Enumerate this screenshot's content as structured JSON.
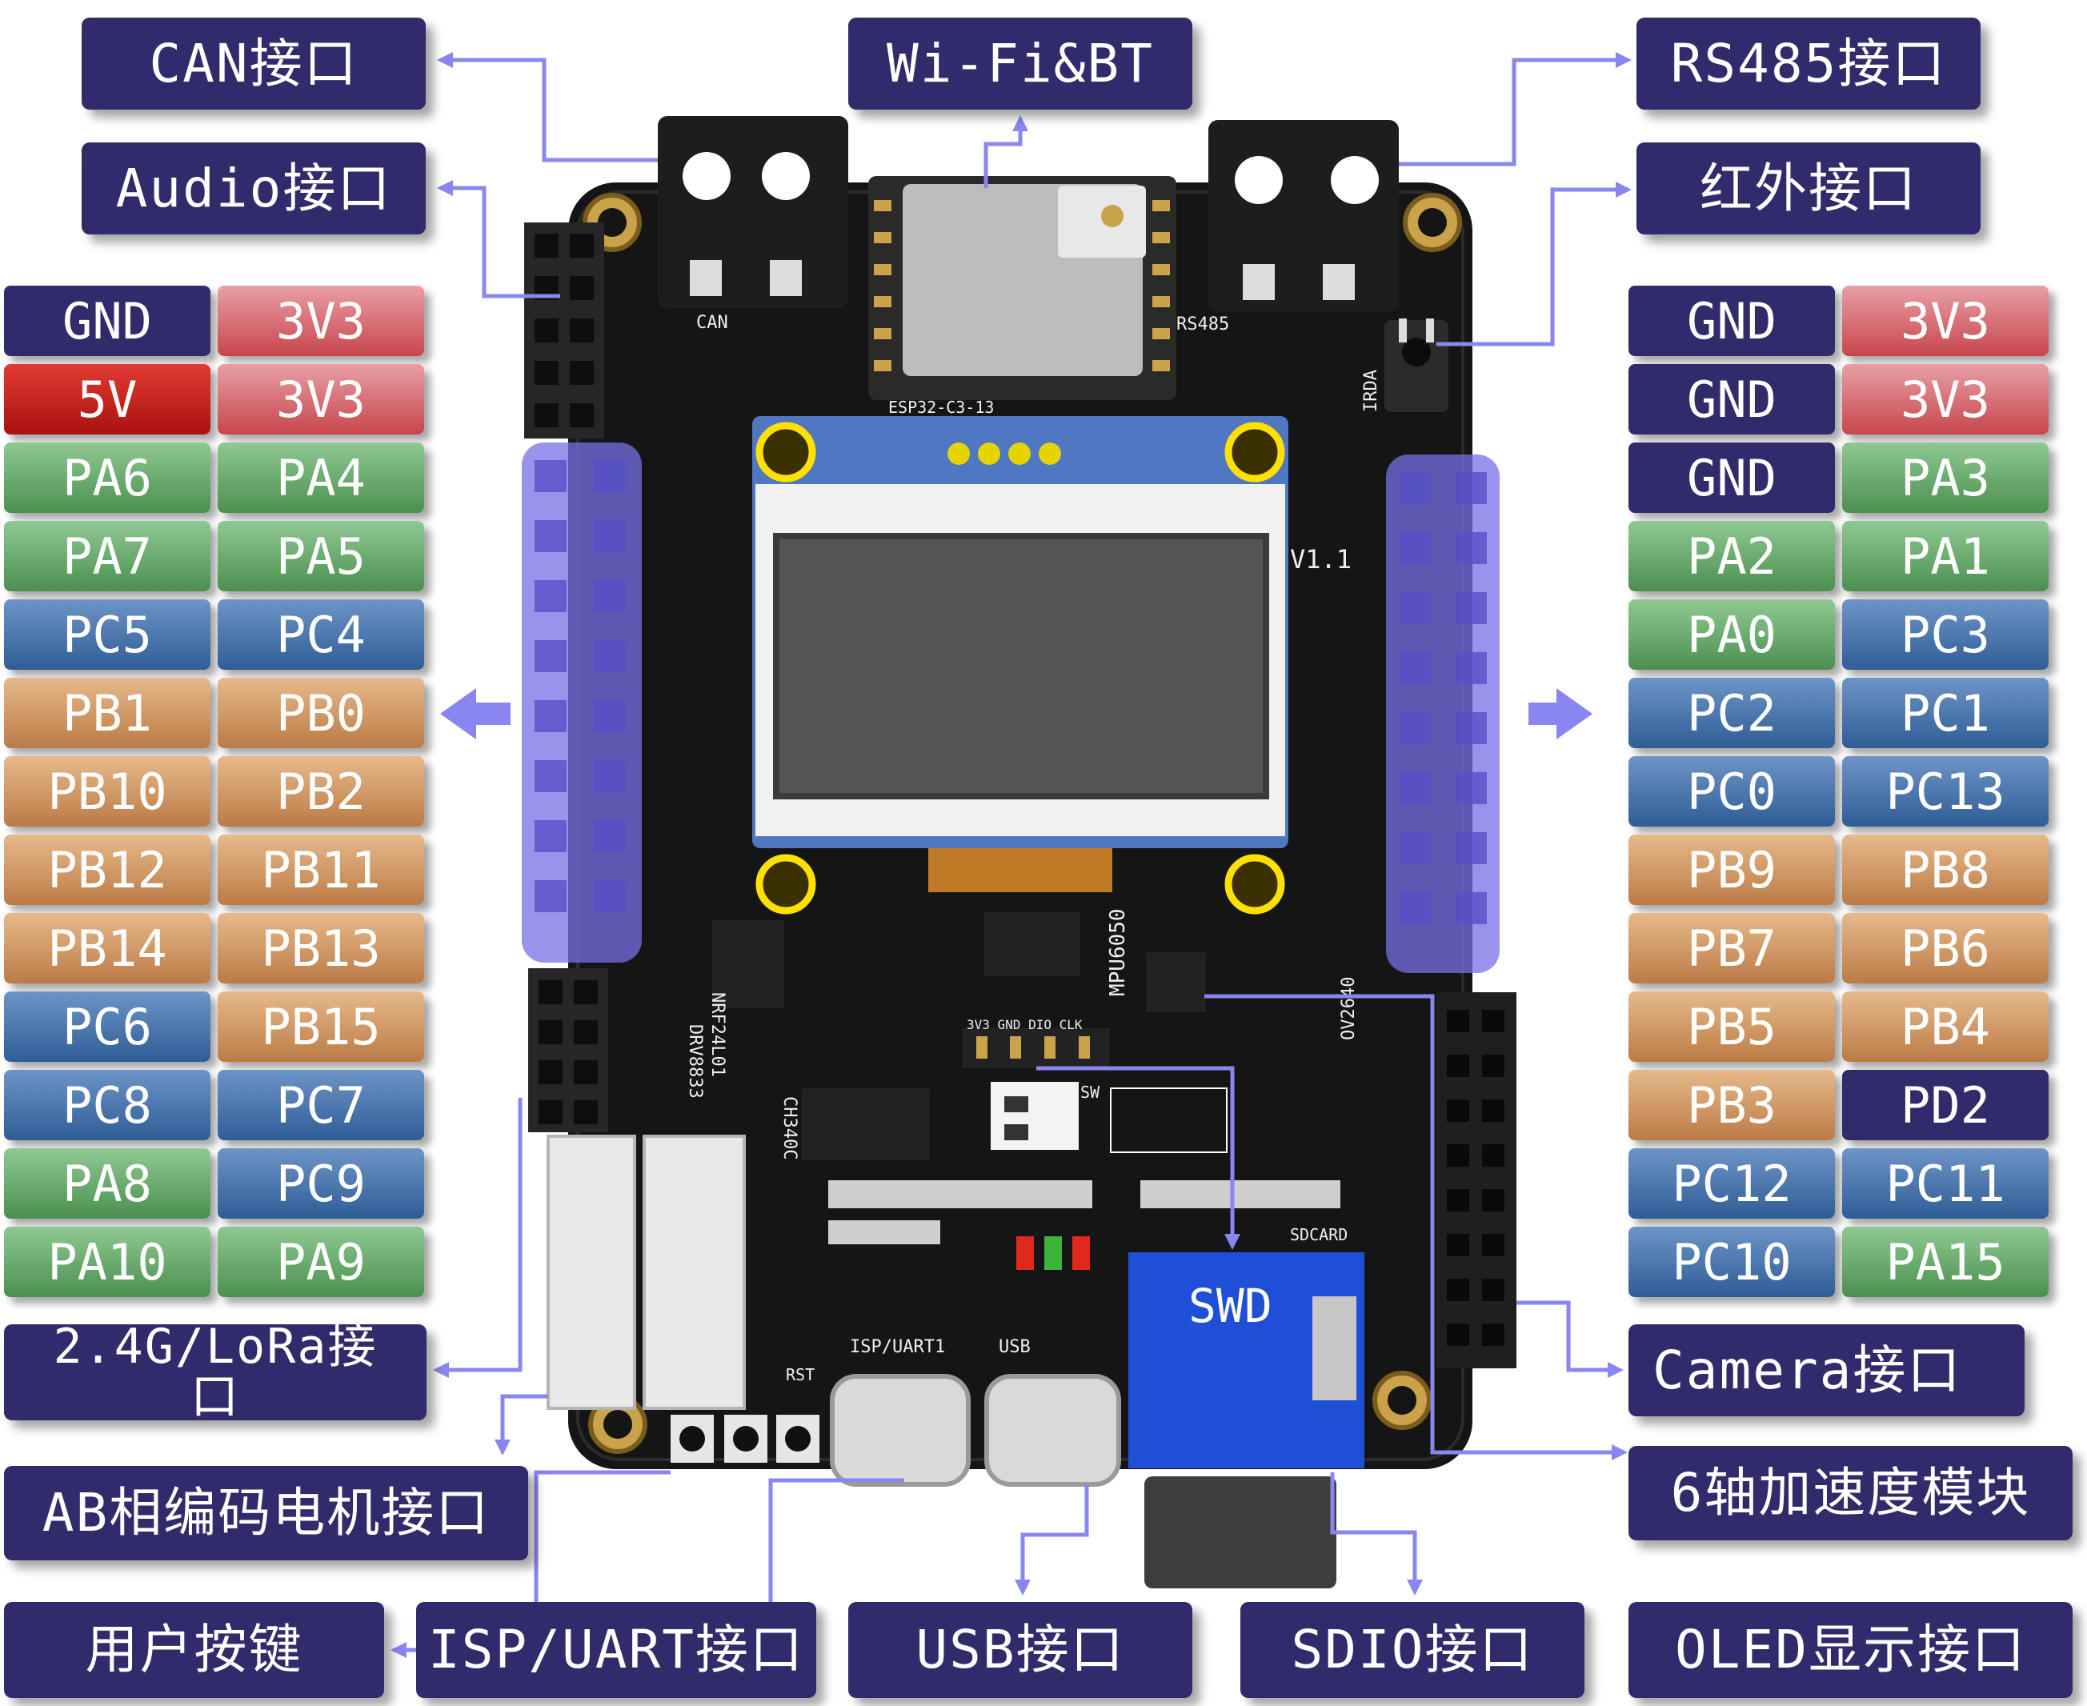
{
  "callouts": {
    "can": "CAN接口",
    "wifi": "Wi-Fi&BT",
    "rs485": "RS485接口",
    "audio": "Audio接口",
    "ir": "红外接口",
    "lora": "2.4G/LoRa接口",
    "camera": "Camera接口",
    "ab_motor": "AB相编码电机接口",
    "imu": "6轴加速度模块",
    "user_key": "用户按键",
    "isp_uart": "ISP/UART接口",
    "usb": "USB接口",
    "sdio": "SDIO接口",
    "oled": "OLED显示接口"
  },
  "board_labels": {
    "swd": "SWD",
    "can": "CAN",
    "rs485": "RS485",
    "esp": "ESP32-C3-13",
    "isp": "ISP/UART1",
    "usb": "USB",
    "sd": "SDCARD",
    "mpu": "MPU6050",
    "drv": "DRV8833",
    "nrf": "NRF24L01",
    "ch340": "CH340C",
    "rst": "RST",
    "irda": "IRDA",
    "ov": "OV2640",
    "ver": "V1.1",
    "sw": "SW",
    "sw_header": "3V3  GND  DIO  CLK"
  },
  "left_pins": [
    [
      "GND",
      "3V3"
    ],
    [
      "5V",
      "3V3"
    ],
    [
      "PA6",
      "PA4"
    ],
    [
      "PA7",
      "PA5"
    ],
    [
      "PC5",
      "PC4"
    ],
    [
      "PB1",
      "PB0"
    ],
    [
      "PB10",
      "PB2"
    ],
    [
      "PB12",
      "PB11"
    ],
    [
      "PB14",
      "PB13"
    ],
    [
      "PC6",
      "PB15"
    ],
    [
      "PC8",
      "PC7"
    ],
    [
      "PA8",
      "PC9"
    ],
    [
      "PA10",
      "PA9"
    ]
  ],
  "right_pins": [
    [
      "GND",
      "3V3"
    ],
    [
      "GND",
      "3V3"
    ],
    [
      "GND",
      "PA3"
    ],
    [
      "PA2",
      "PA1"
    ],
    [
      "PA0",
      "PC3"
    ],
    [
      "PC2",
      "PC1"
    ],
    [
      "PC0",
      "PC13"
    ],
    [
      "PB9",
      "PB8"
    ],
    [
      "PB7",
      "PB6"
    ],
    [
      "PB5",
      "PB4"
    ],
    [
      "PB3",
      "PD2"
    ],
    [
      "PC12",
      "PC11"
    ],
    [
      "PC10",
      "PA15"
    ]
  ],
  "colors": {
    "callout": "#312a6b",
    "arrow": "#8a86f0",
    "board": "#151515",
    "oled_pcb": "#4f77c2",
    "sd_card": "#1f4fd6"
  }
}
